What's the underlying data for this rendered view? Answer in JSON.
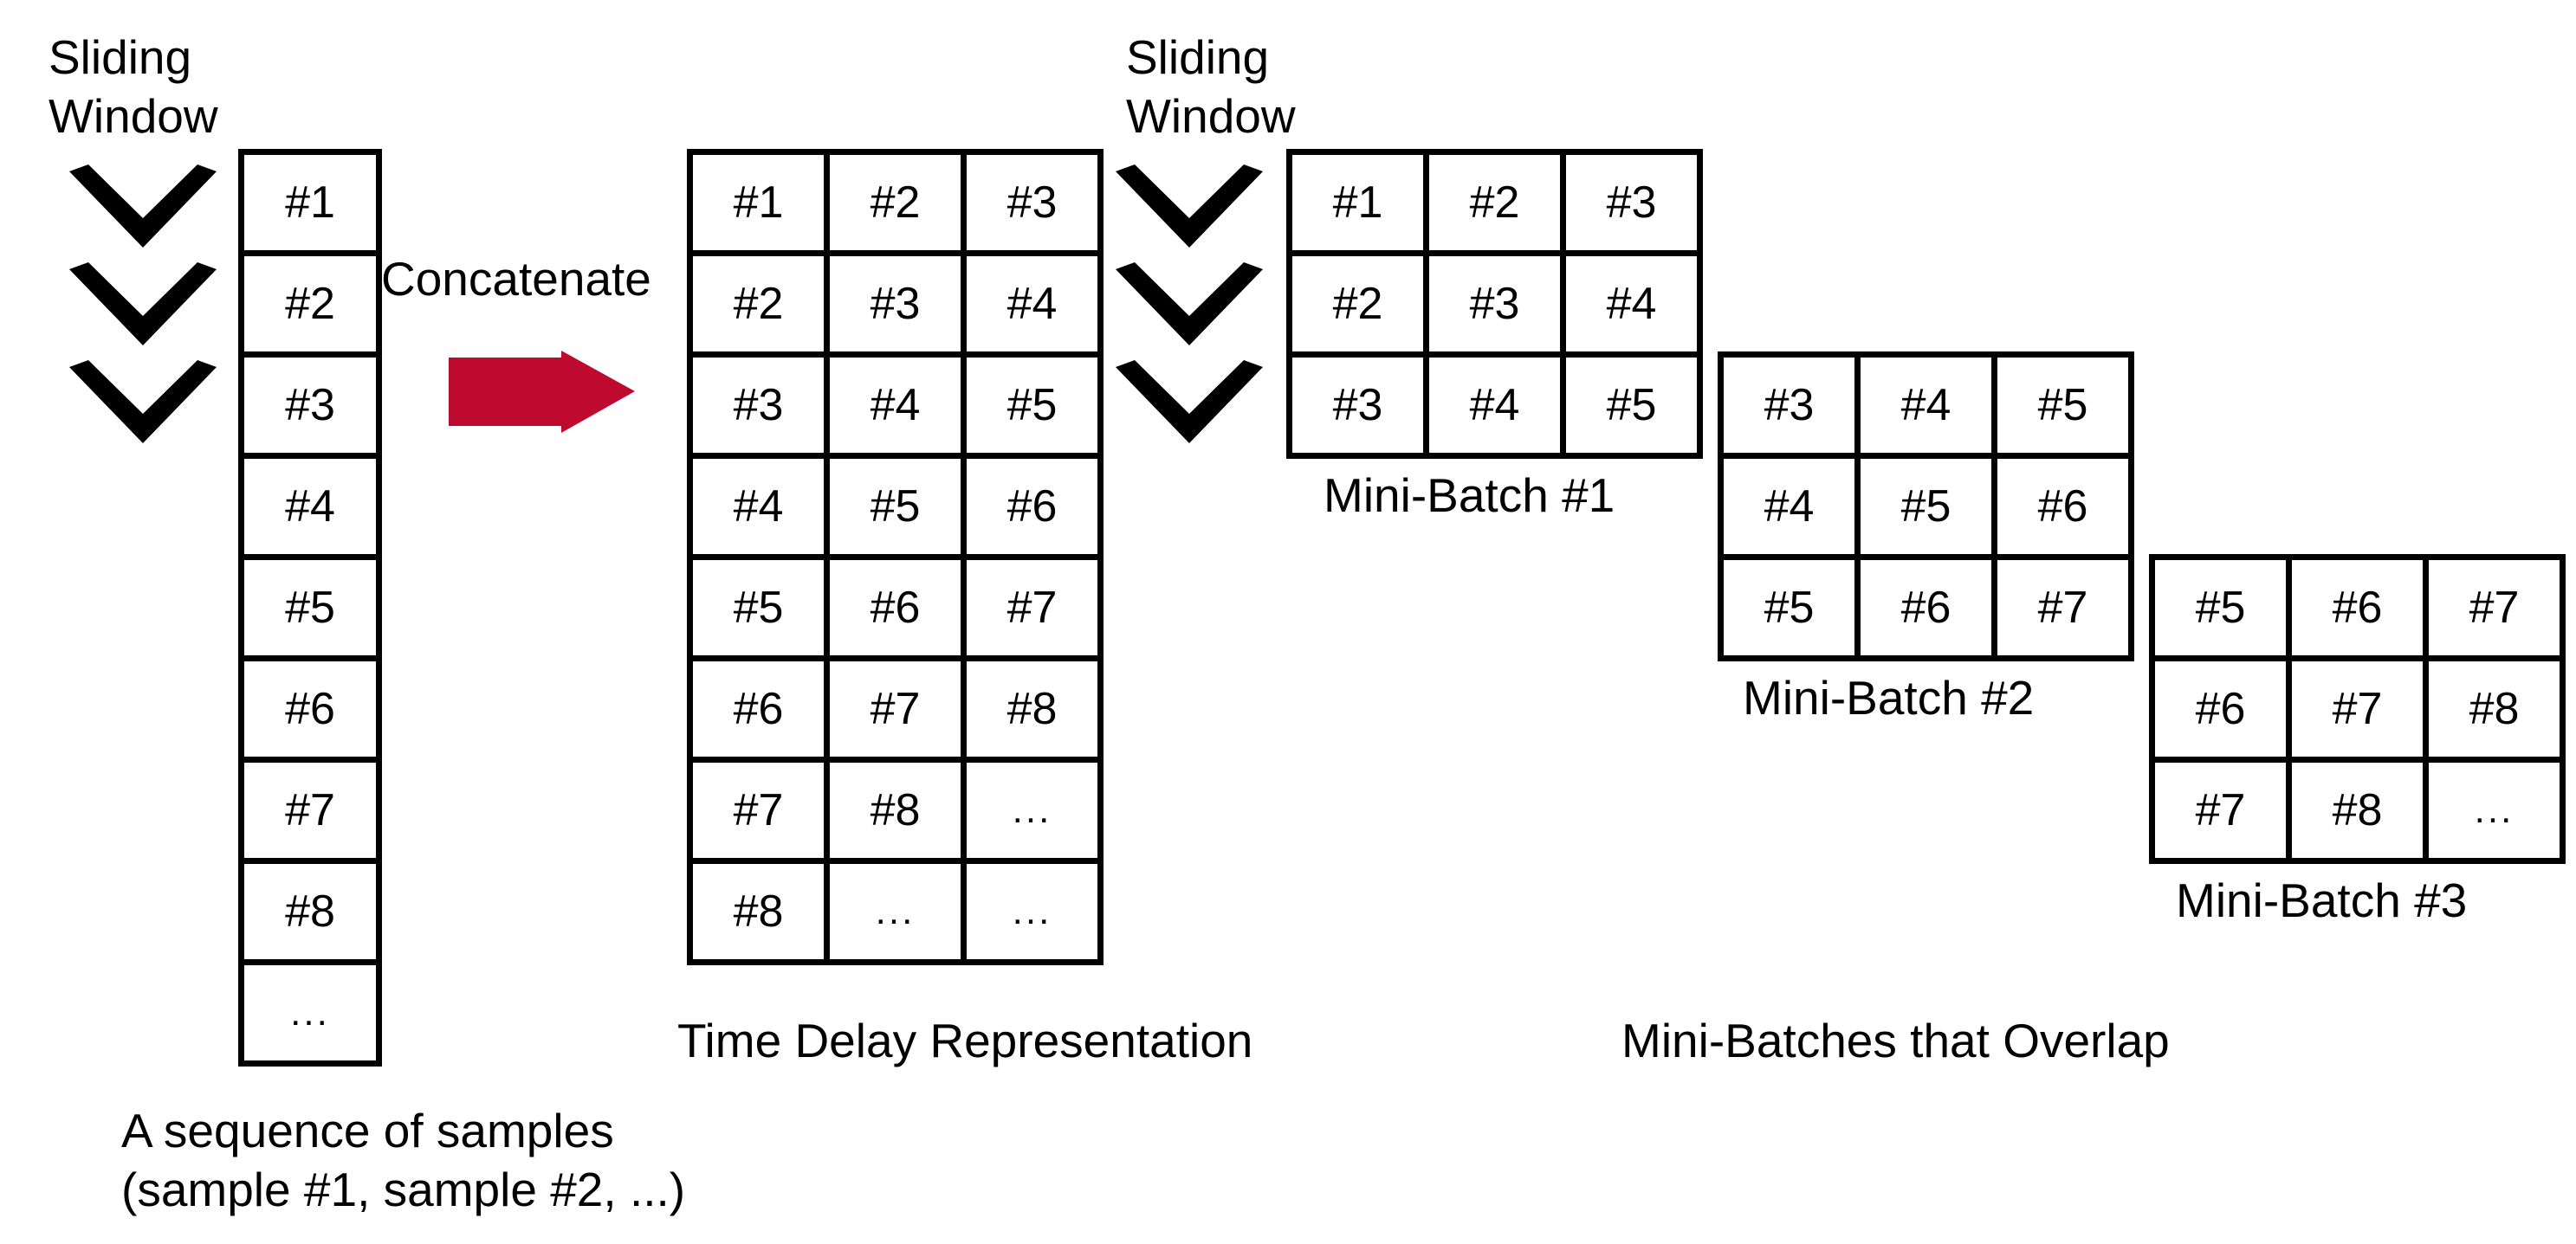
{
  "diagram": {
    "title": "Sliding window time-delay representation and overlapping mini-batches",
    "accent_red": "#BE0A2E",
    "line_color": "#000000",
    "background": "#FFFFFF"
  },
  "labels": {
    "sliding_window_left": "Sliding\nWindow",
    "sliding_window_right": "Sliding\nWindow",
    "concatenate": "Concatenate",
    "sequence_caption": "A sequence of samples\n(sample #1, sample #2, ...)",
    "time_delay_caption": "Time Delay Representation",
    "minibatches_caption": "Mini-Batches that Overlap",
    "minibatch_1": "Mini-Batch #1",
    "minibatch_2": "Mini-Batch #2",
    "minibatch_3": "Mini-Batch #3"
  },
  "icons": {
    "chevron_down": "chevron-down-icon",
    "arrow_right": "arrow-right-icon"
  },
  "chart_data": {
    "type": "table",
    "title": "Sliding window time-delay representation and overlapping mini-batches",
    "sequence_column": {
      "name": "A sequence of samples",
      "columns": 1,
      "rows": 9,
      "values": [
        [
          "#1"
        ],
        [
          "#2"
        ],
        [
          "#3"
        ],
        [
          "#4"
        ],
        [
          "#5"
        ],
        [
          "#6"
        ],
        [
          "#7"
        ],
        [
          "#8"
        ],
        [
          "..."
        ]
      ]
    },
    "time_delay": {
      "name": "Time Delay Representation",
      "columns": 3,
      "rows": 8,
      "values": [
        [
          "#1",
          "#2",
          "#3"
        ],
        [
          "#2",
          "#3",
          "#4"
        ],
        [
          "#3",
          "#4",
          "#5"
        ],
        [
          "#4",
          "#5",
          "#6"
        ],
        [
          "#5",
          "#6",
          "#7"
        ],
        [
          "#6",
          "#7",
          "#8"
        ],
        [
          "#7",
          "#8",
          "..."
        ],
        [
          "#8",
          "...",
          "..."
        ]
      ]
    },
    "mini_batches": [
      {
        "name": "Mini-Batch #1",
        "columns": 3,
        "rows": 3,
        "values": [
          [
            "#1",
            "#2",
            "#3"
          ],
          [
            "#2",
            "#3",
            "#4"
          ],
          [
            "#3",
            "#4",
            "#5"
          ]
        ]
      },
      {
        "name": "Mini-Batch #2",
        "columns": 3,
        "rows": 3,
        "values": [
          [
            "#3",
            "#4",
            "#5"
          ],
          [
            "#4",
            "#5",
            "#6"
          ],
          [
            "#5",
            "#6",
            "#7"
          ]
        ]
      },
      {
        "name": "Mini-Batch #3",
        "columns": 3,
        "rows": 3,
        "values": [
          [
            "#5",
            "#6",
            "#7"
          ],
          [
            "#6",
            "#7",
            "#8"
          ],
          [
            "#7",
            "#8",
            "..."
          ]
        ]
      }
    ],
    "annotations": [
      "Sliding Window",
      "Concatenate",
      "Sliding Window",
      "Mini-Batches that Overlap"
    ]
  }
}
